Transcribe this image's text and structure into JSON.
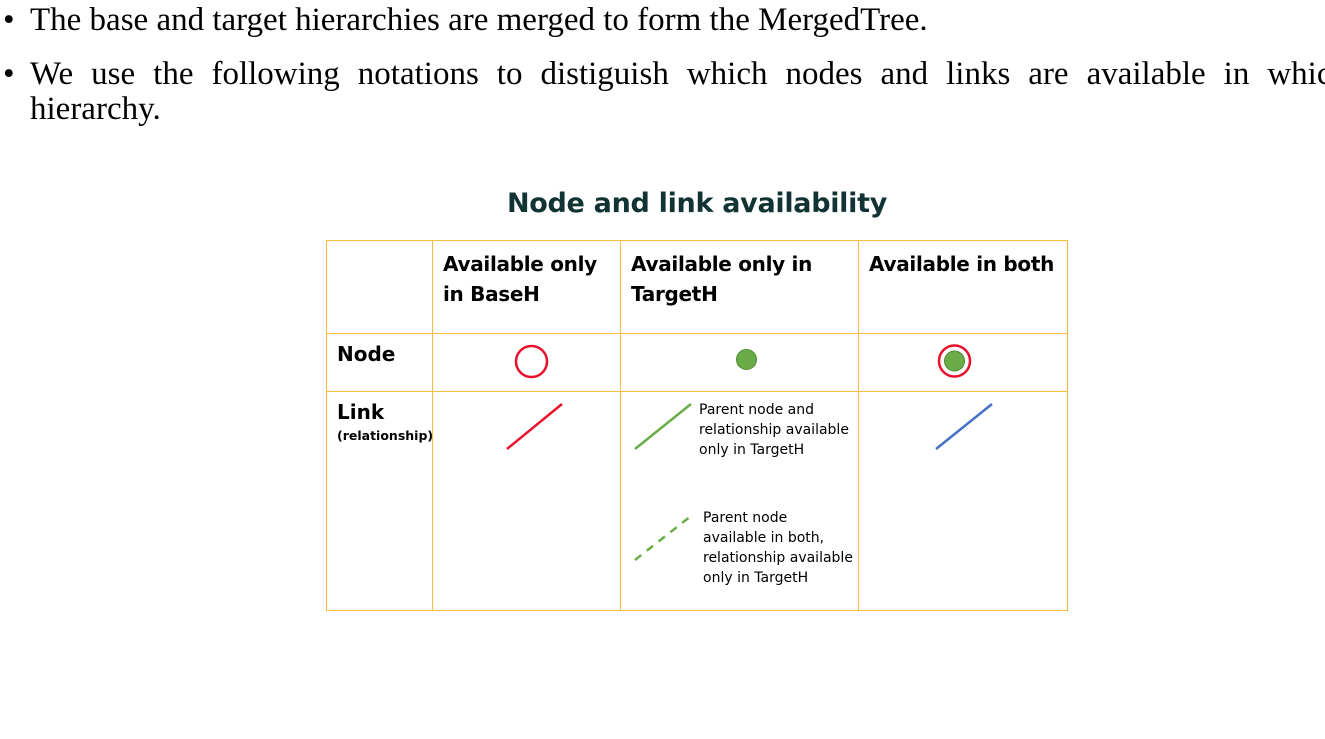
{
  "bullets": [
    {
      "symbol": "•",
      "text": "The base and target hierarchies are merged to form the MergedTree."
    },
    {
      "symbol": "•",
      "text": "We use the following notations to distiguish which nodes and links are available in which hierarchy."
    }
  ],
  "table": {
    "title": "Node and link availability",
    "headers": [
      "",
      "Available only in BaseH",
      "Available only in TargetH",
      "Available in both"
    ],
    "rows": {
      "node": {
        "label": "Node"
      },
      "link": {
        "label": "Link",
        "sublabel": "(relationship)",
        "target_note_solid": "Parent node and relationship available only in TargetH",
        "target_note_dashed": "Parent node available in both, relationship available only in TargetH"
      }
    },
    "symbols": {
      "base_node": "red-ring-icon",
      "target_node": "green-dot-icon",
      "both_node": "green-dot-in-red-ring-icon",
      "base_link": "red-solid-line",
      "target_link_solid": "green-solid-line",
      "target_link_dashed": "green-dashed-line",
      "both_link": "blue-solid-line"
    },
    "colors": {
      "border": "#f7bd3a",
      "red": "#e8112d",
      "green": "#6aad46",
      "blue": "#4472c4",
      "title": "#113333"
    }
  }
}
